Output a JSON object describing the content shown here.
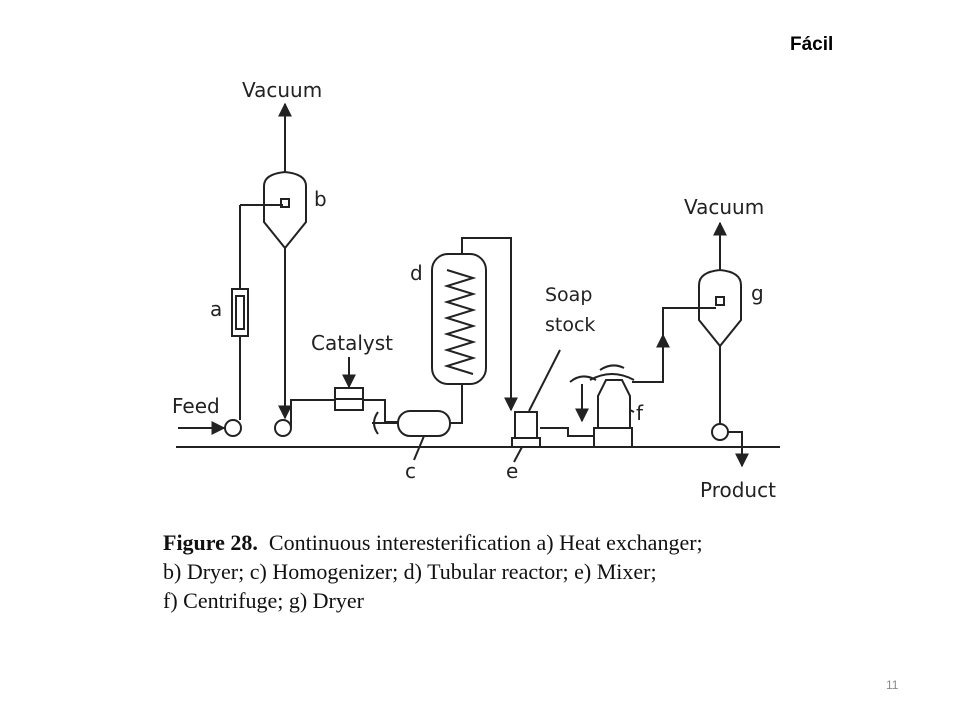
{
  "slide": {
    "tag": "Fácil",
    "page_number": "11"
  },
  "diagram": {
    "labels": {
      "vacuum_left": "Vacuum",
      "vacuum_right": "Vacuum",
      "b": "b",
      "a": "a",
      "d": "d",
      "catalyst": "Catalyst",
      "soap_line1": "Soap",
      "soap_line2": "stock",
      "g": "g",
      "feed": "Feed",
      "c": "c",
      "e": "e",
      "f": "f",
      "product": "Product"
    }
  },
  "caption": {
    "figure_label": "Figure 28.",
    "line1_rest": "Continuous interesterification a) Heat exchanger;",
    "line2": "b) Dryer; c) Homogenizer; d) Tubular reactor; e) Mixer;",
    "line3": "f) Centrifuge; g) Dryer"
  }
}
